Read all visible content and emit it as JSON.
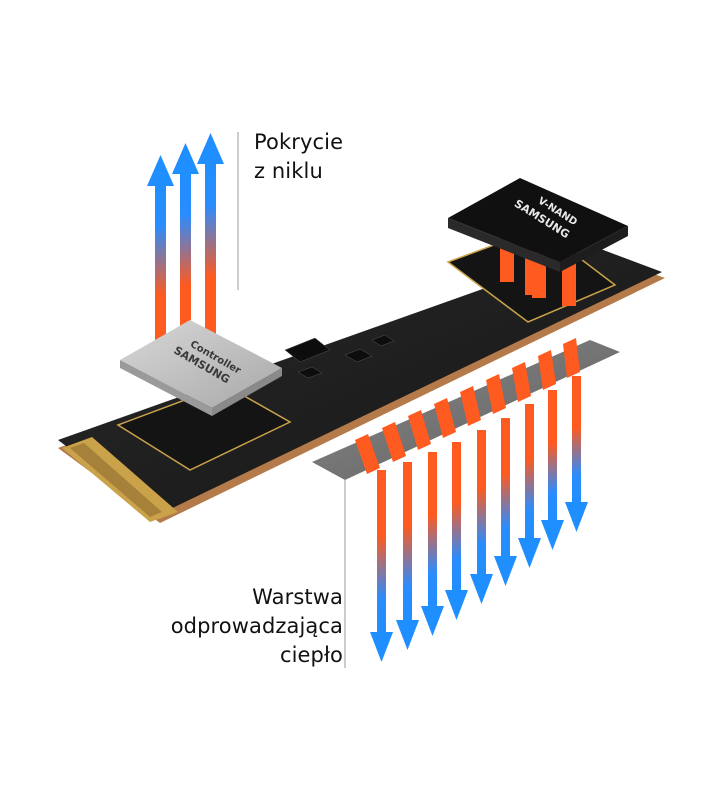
{
  "labels": {
    "nickel_coating": [
      "Pokrycie",
      "z niklu"
    ],
    "heat_spreader": [
      "Warstwa",
      "odprowadzająca",
      "ciepło"
    ]
  },
  "chips": {
    "controller": {
      "brand": "SAMSUNG",
      "name": "Controller"
    },
    "nand": {
      "brand": "SAMSUNG",
      "name": "V-NAND"
    }
  },
  "colors": {
    "hot": "#ff5a1f",
    "cool": "#1f8fff",
    "pcb": "#1b1b1b",
    "gold": "#c9a24a",
    "nickel": "#bdbdbd",
    "spreader": "#7a7a7a"
  }
}
